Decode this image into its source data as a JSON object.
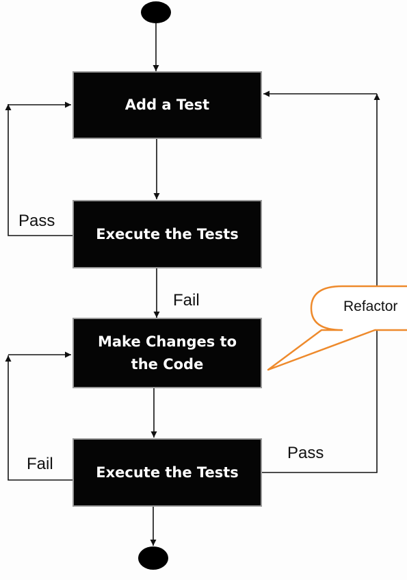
{
  "steps": {
    "add_test": "Add a Test",
    "execute_1": "Execute the Tests",
    "make_changes_line1": "Make Changes to",
    "make_changes_line2": "the Code",
    "execute_2": "Execute the Tests"
  },
  "edge_labels": {
    "pass_top": "Pass",
    "fail_middle": "Fail",
    "fail_bottom": "Fail",
    "pass_bottom": "Pass"
  },
  "callout": {
    "text": "Refactor"
  },
  "colors": {
    "box_fill": "#050505",
    "box_border": "#9a9a9a",
    "box_text": "#ffffff",
    "callout_border": "#ee8a2c"
  }
}
